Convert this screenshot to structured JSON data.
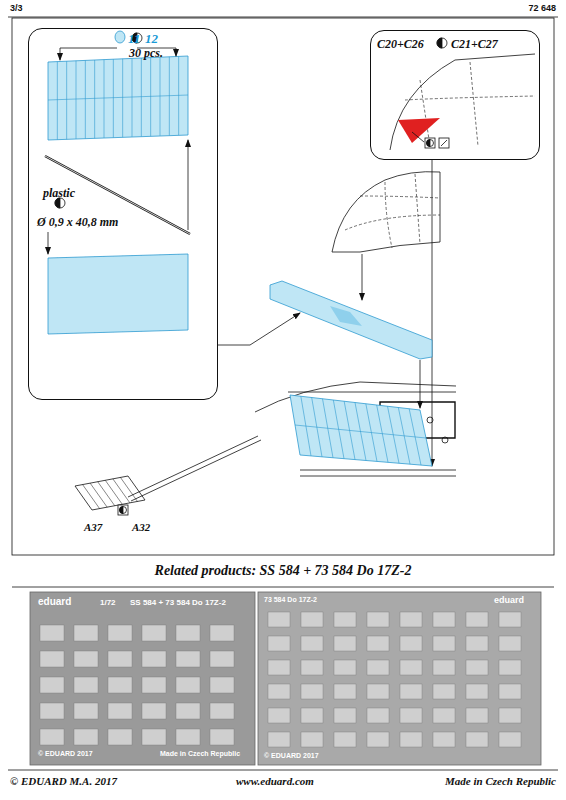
{
  "diagram": {
    "nodes": [
      {
        "text": [
          "11",
          "12",
          "30 pcs.",
          "plastic",
          "Ø 0,9 x 40,8 mm"
        ]
      },
      {
        "text": [
          "C20+C26",
          "C21+C27"
        ]
      },
      {
        "text": [
          "Related products: SS 584 + 73 584 Do 17Z-2"
        ]
      },
      {
        "text": [
          "eduard",
          "1/72",
          "SS 584 + 73 584 Do 17Z-2",
          "© EDUARD 2017",
          "Made in Czech Republic"
        ]
      },
      {
        "text": [
          "73 584 Do 17Z-2",
          "eduard",
          "© EDUARD 2017"
        ]
      }
    ],
    "labels": [
      "3/3",
      "72 648",
      "A37",
      "A32",
      "© EDUARD M.A. 2017",
      "www.eduard.com",
      "Made in Czech Republic"
    ]
  }
}
